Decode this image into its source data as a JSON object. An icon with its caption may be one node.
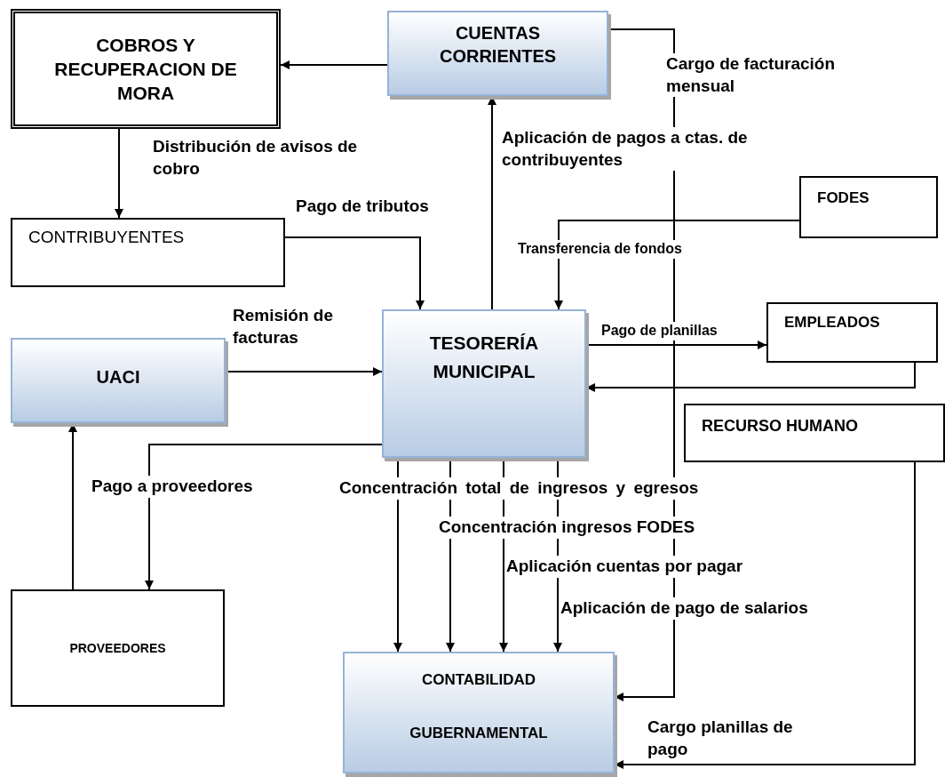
{
  "diagram": {
    "nodes": [
      {
        "text": [
          "COBROS Y RECUPERACION DE MORA"
        ]
      },
      {
        "text": [
          "CUENTAS CORRIENTES"
        ]
      },
      {
        "text": [
          "CONTRIBUYENTES"
        ]
      },
      {
        "text": [
          "FODES"
        ]
      },
      {
        "text": [
          "TESORERÍA MUNICIPAL"
        ]
      },
      {
        "text": [
          "UACI"
        ]
      },
      {
        "text": [
          "EMPLEADOS"
        ]
      },
      {
        "text": [
          "RECURSO HUMANO"
        ]
      },
      {
        "text": [
          "PROVEEDORES"
        ]
      },
      {
        "text": [
          "CONTABILIDAD GUBERNAMENTAL"
        ]
      }
    ],
    "edges": [
      {
        "from": 1,
        "to": 0,
        "arrow": "to"
      },
      {
        "from": 0,
        "to": 2,
        "arrow": "to",
        "label": "Distribución de avisos de cobro"
      },
      {
        "from": 2,
        "to": 4,
        "arrow": "to",
        "label": "Pago de tributos"
      },
      {
        "from": 4,
        "to": 1,
        "arrow": "to",
        "label": "Aplicación de pagos a ctas. de contribuyentes"
      },
      {
        "from": 3,
        "to": 4,
        "arrow": "to",
        "label": "Transferencia de fondos"
      },
      {
        "from": 5,
        "to": 4,
        "arrow": "to",
        "label": "Remisión de facturas"
      },
      {
        "from": 4,
        "to": 6,
        "arrow": "to",
        "label": "Pago de planillas"
      },
      {
        "from": 1,
        "to": 9,
        "arrow": "to",
        "label": "Cargo de facturación mensual"
      },
      {
        "from": 6,
        "to": 4,
        "arrow": "to"
      },
      {
        "from": 4,
        "to": 8,
        "arrow": "to",
        "label": "Pago a proveedores"
      },
      {
        "from": 8,
        "to": 5,
        "arrow": "to"
      },
      {
        "from": 4,
        "to": 9,
        "arrow": "to",
        "label": "Concentración total  de ingresos y egresos"
      },
      {
        "from": 4,
        "to": 9,
        "arrow": "to",
        "label": "Concentración ingresos FODES"
      },
      {
        "from": 4,
        "to": 9,
        "arrow": "to",
        "label": "Aplicación cuentas por pagar"
      },
      {
        "from": 4,
        "to": 9,
        "arrow": "to",
        "label": "Aplicación de pago de salarios"
      },
      {
        "from": 7,
        "to": 9,
        "arrow": "to",
        "label": "Cargo planillas de pago"
      }
    ]
  }
}
